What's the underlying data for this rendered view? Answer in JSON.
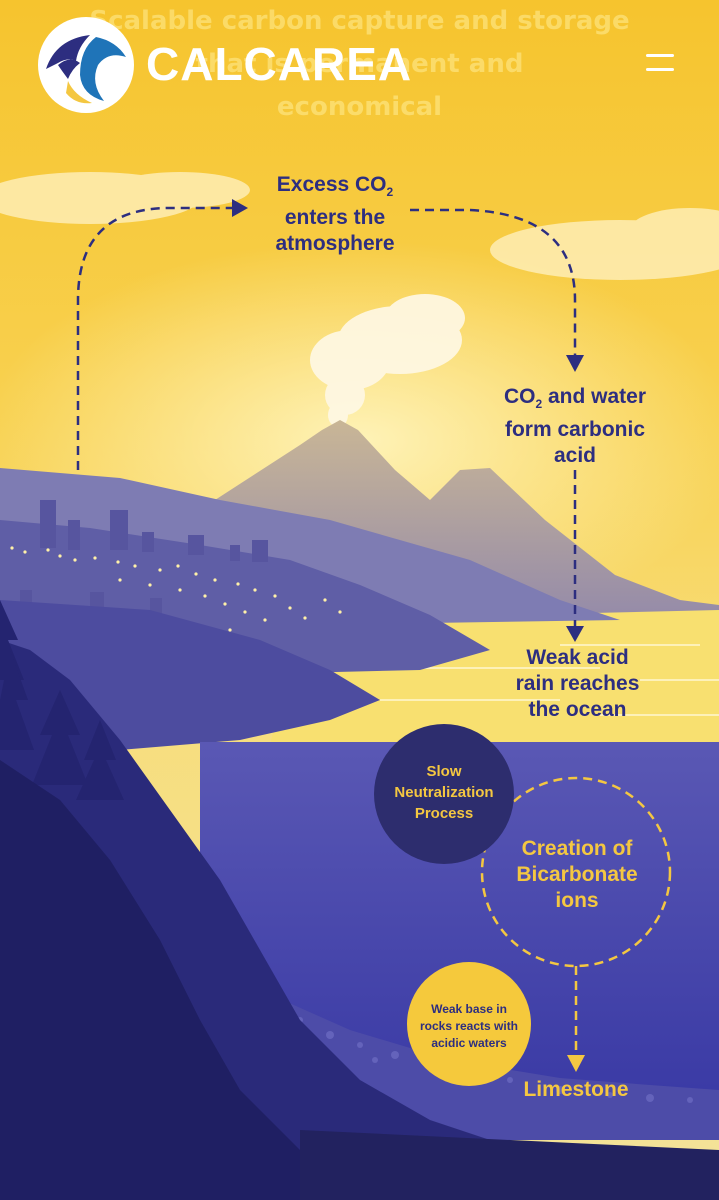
{
  "header": {
    "brand_name": "CALCAREA",
    "hero_lines": [
      "Scalable carbon capture and storage",
      "that is permanent and",
      "economical"
    ]
  },
  "diagram": {
    "steps": [
      {
        "pre": "Excess CO",
        "sub": "2",
        "post": "enters the",
        "line3": "atmosphere"
      },
      {
        "pre": "CO",
        "sub": "2",
        "post": " and water",
        "line2": "form carbonic",
        "line3": "acid"
      },
      {
        "line1": "Weak acid",
        "line2": "rain reaches",
        "line3": "the ocean"
      },
      {
        "line1": "Slow",
        "line2": "Neutralization",
        "line3": "Process"
      },
      {
        "line1": "Creation of",
        "line2": "Bicarbonate",
        "line3": "ions"
      },
      {
        "line1": "Weak base in",
        "line2": "rocks reacts with",
        "line3": "acidic waters"
      },
      {
        "line1": "Limestone"
      }
    ]
  },
  "colors": {
    "sky": "#f6c93a",
    "navy": "#2d2e80",
    "gold_text": "#f4c741",
    "dark_circle": "#2d2d6e",
    "yellow_circle": "#f5c93c",
    "brand_blue": "#1f74b8"
  },
  "icons": {
    "menu": "hamburger-menu-icon",
    "logo": "calcarea-logo-icon"
  }
}
